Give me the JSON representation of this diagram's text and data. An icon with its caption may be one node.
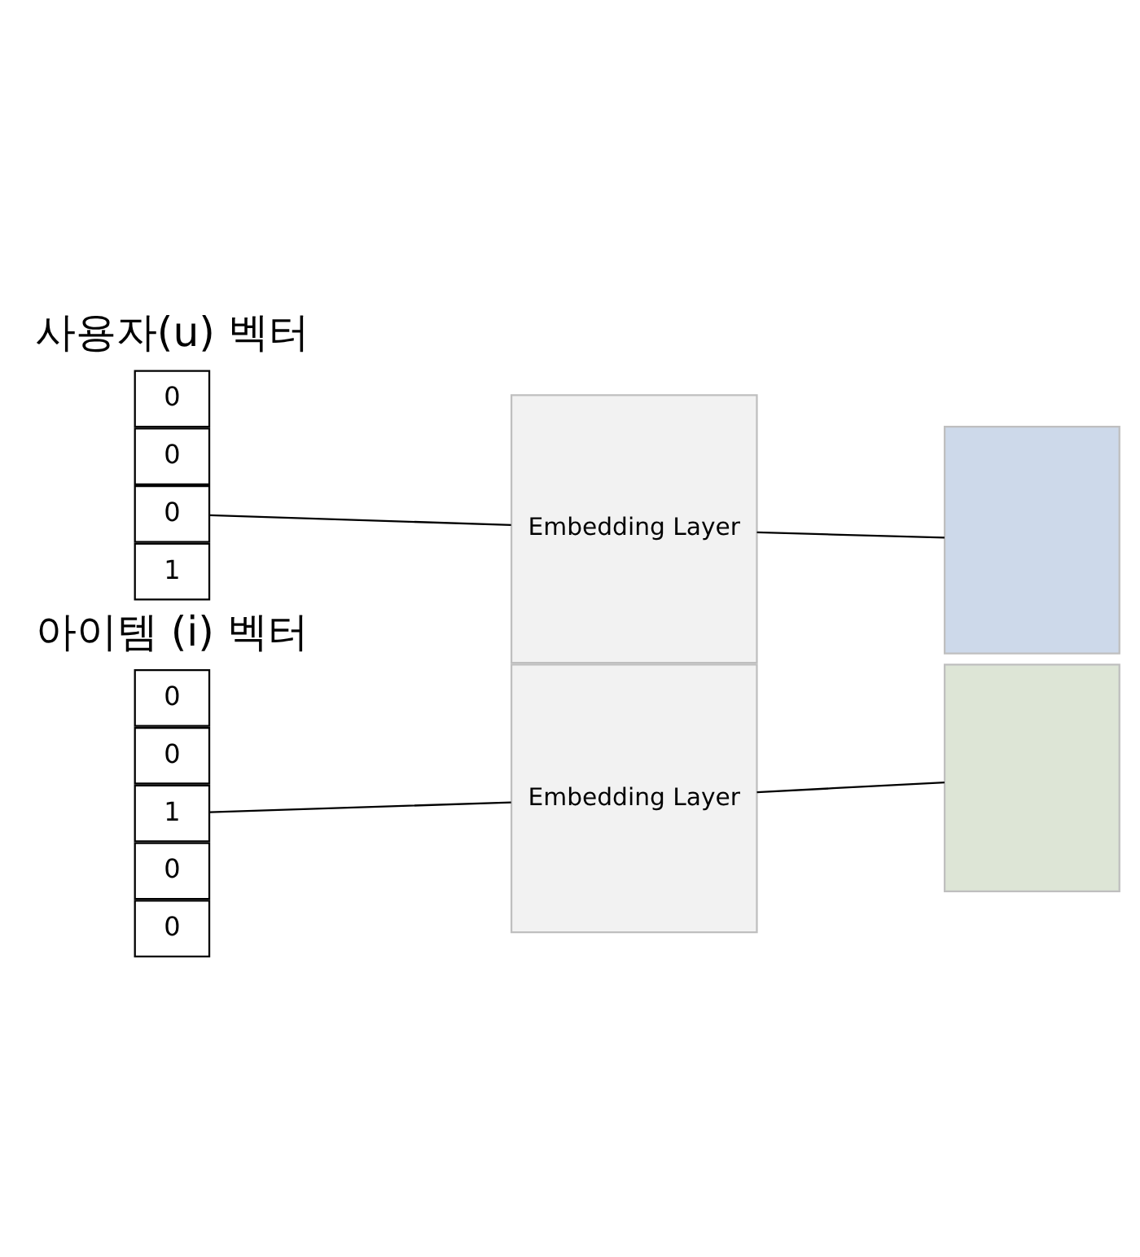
{
  "diagram": {
    "nodes": [
      {
        "text": [
          "0"
        ]
      },
      {
        "text": [
          "0"
        ]
      },
      {
        "text": [
          "0"
        ]
      },
      {
        "text": [
          "1"
        ]
      },
      {
        "text": [
          "0"
        ]
      },
      {
        "text": [
          "0"
        ]
      },
      {
        "text": [
          "1"
        ]
      },
      {
        "text": [
          "0"
        ]
      },
      {
        "text": [
          "0"
        ]
      },
      {
        "text": [
          "Embedding Layer"
        ]
      },
      {
        "text": [
          "Embedding Layer"
        ]
      },
      {
        "text": [],
        "shape": "box"
      },
      {
        "text": [],
        "shape": "box"
      }
    ],
    "edges": [
      {
        "from": 2,
        "to": 9,
        "arrow": "none"
      },
      {
        "from": 6,
        "to": 10,
        "arrow": "none"
      },
      {
        "from": 9,
        "to": 11,
        "arrow": "none"
      },
      {
        "from": 10,
        "to": 12,
        "arrow": "none"
      }
    ],
    "labels": [
      "사용자(u) 벡터",
      "아이템 (i) 벡터"
    ]
  }
}
